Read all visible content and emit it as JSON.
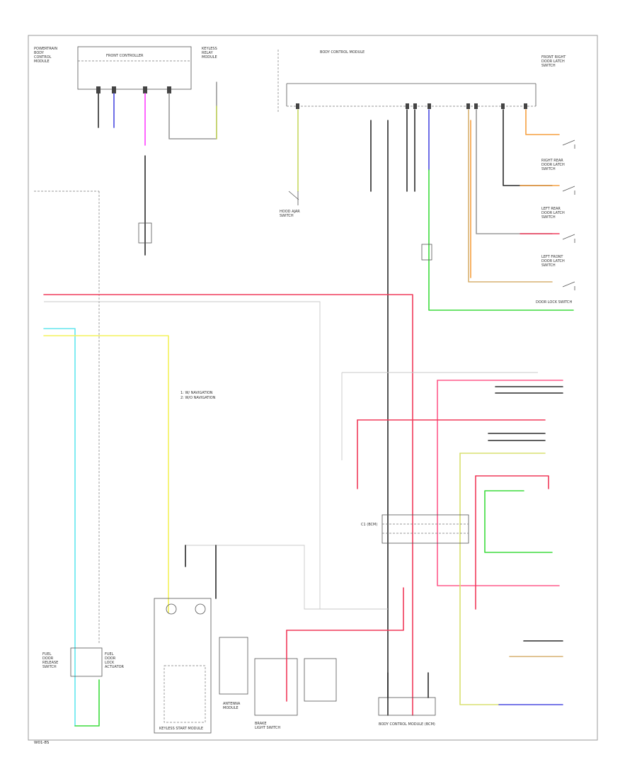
{
  "diagram": {
    "page_code": "W01-8S",
    "colors": {
      "red": "#f03a5a",
      "pink": "#ff5a8a",
      "yellow": "#f3f25a",
      "cyan": "#62e6ee",
      "green": "#3ddc3d",
      "lightgreen": "#9be28a",
      "orange": "#f5a040",
      "tan": "#d7b070",
      "blue": "#4a4ae0",
      "purple": "#b030d0",
      "magenta": "#ff40ff",
      "gray": "#9a9a9a",
      "black": "#2a2a2a",
      "wire_gray": "#c8c8c8"
    },
    "labels": {
      "top_left_box": "FRONT CONTROLLER",
      "top_left_note": "POWERTRAIN\nBODY\nCONTROL\nMODULE",
      "top_center": "KEYLESS\nRELAY\nMODULE",
      "top_main": "BODY CONTROL MODULE",
      "main_connector": "C1 (BCM)",
      "scan_note": "1: W/ NAVIGATION\n2: W/O NAVIGATION",
      "door_lock_switch": "DOOR LOCK SWITCH",
      "hood_ajar": "HOOD AJAR\nSWITCH",
      "front_right_door": "FRONT RIGHT\nDOOR LATCH\nSWITCH",
      "rear_right_door": "RIGHT REAR\nDOOR LATCH\nSWITCH",
      "left_rear_door": "LEFT REAR\nDOOR LATCH\nSWITCH",
      "left_front_door": "LEFT FRONT\nDOOR LATCH\nSWITCH",
      "bottom_center": "BODY CONTROL MODULE (BCM)",
      "bottom_left": "KEYLESS\nSTART\nMODULE",
      "bottom_mid": "ANTENNA\nMODULE",
      "bottom_center_2": "BRAKE\nLIGHT\nSWITCH",
      "left_vertical": "FUEL\nDOOR\nRELEASE\nSWITCH",
      "left_vertical_2": "FUEL\nDOOR\nLOCK\nACTUATOR"
    }
  }
}
